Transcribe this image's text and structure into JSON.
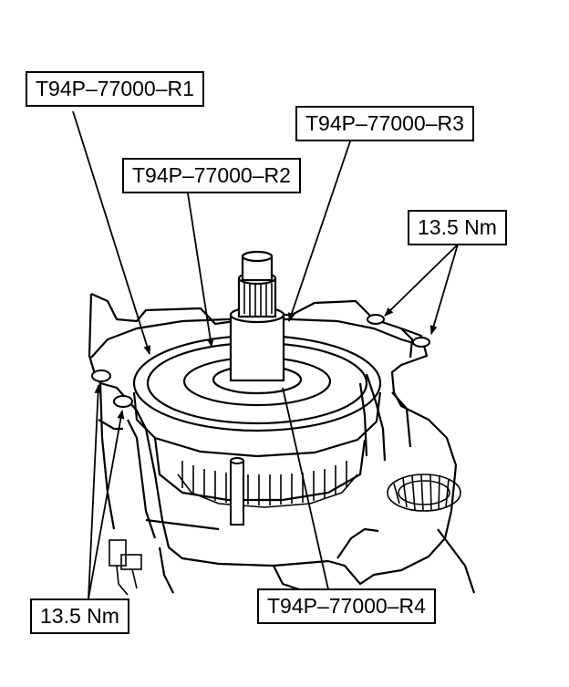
{
  "labels": {
    "r1": "T94P–77000–R1",
    "r2": "T94P–77000–R2",
    "r3": "T94P–77000–R3",
    "r4": "T94P–77000–R4",
    "torque_top": "13.5 Nm",
    "torque_bottom": "13.5 Nm"
  },
  "colors": {
    "ink": "#000000",
    "paper": "#ffffff"
  }
}
